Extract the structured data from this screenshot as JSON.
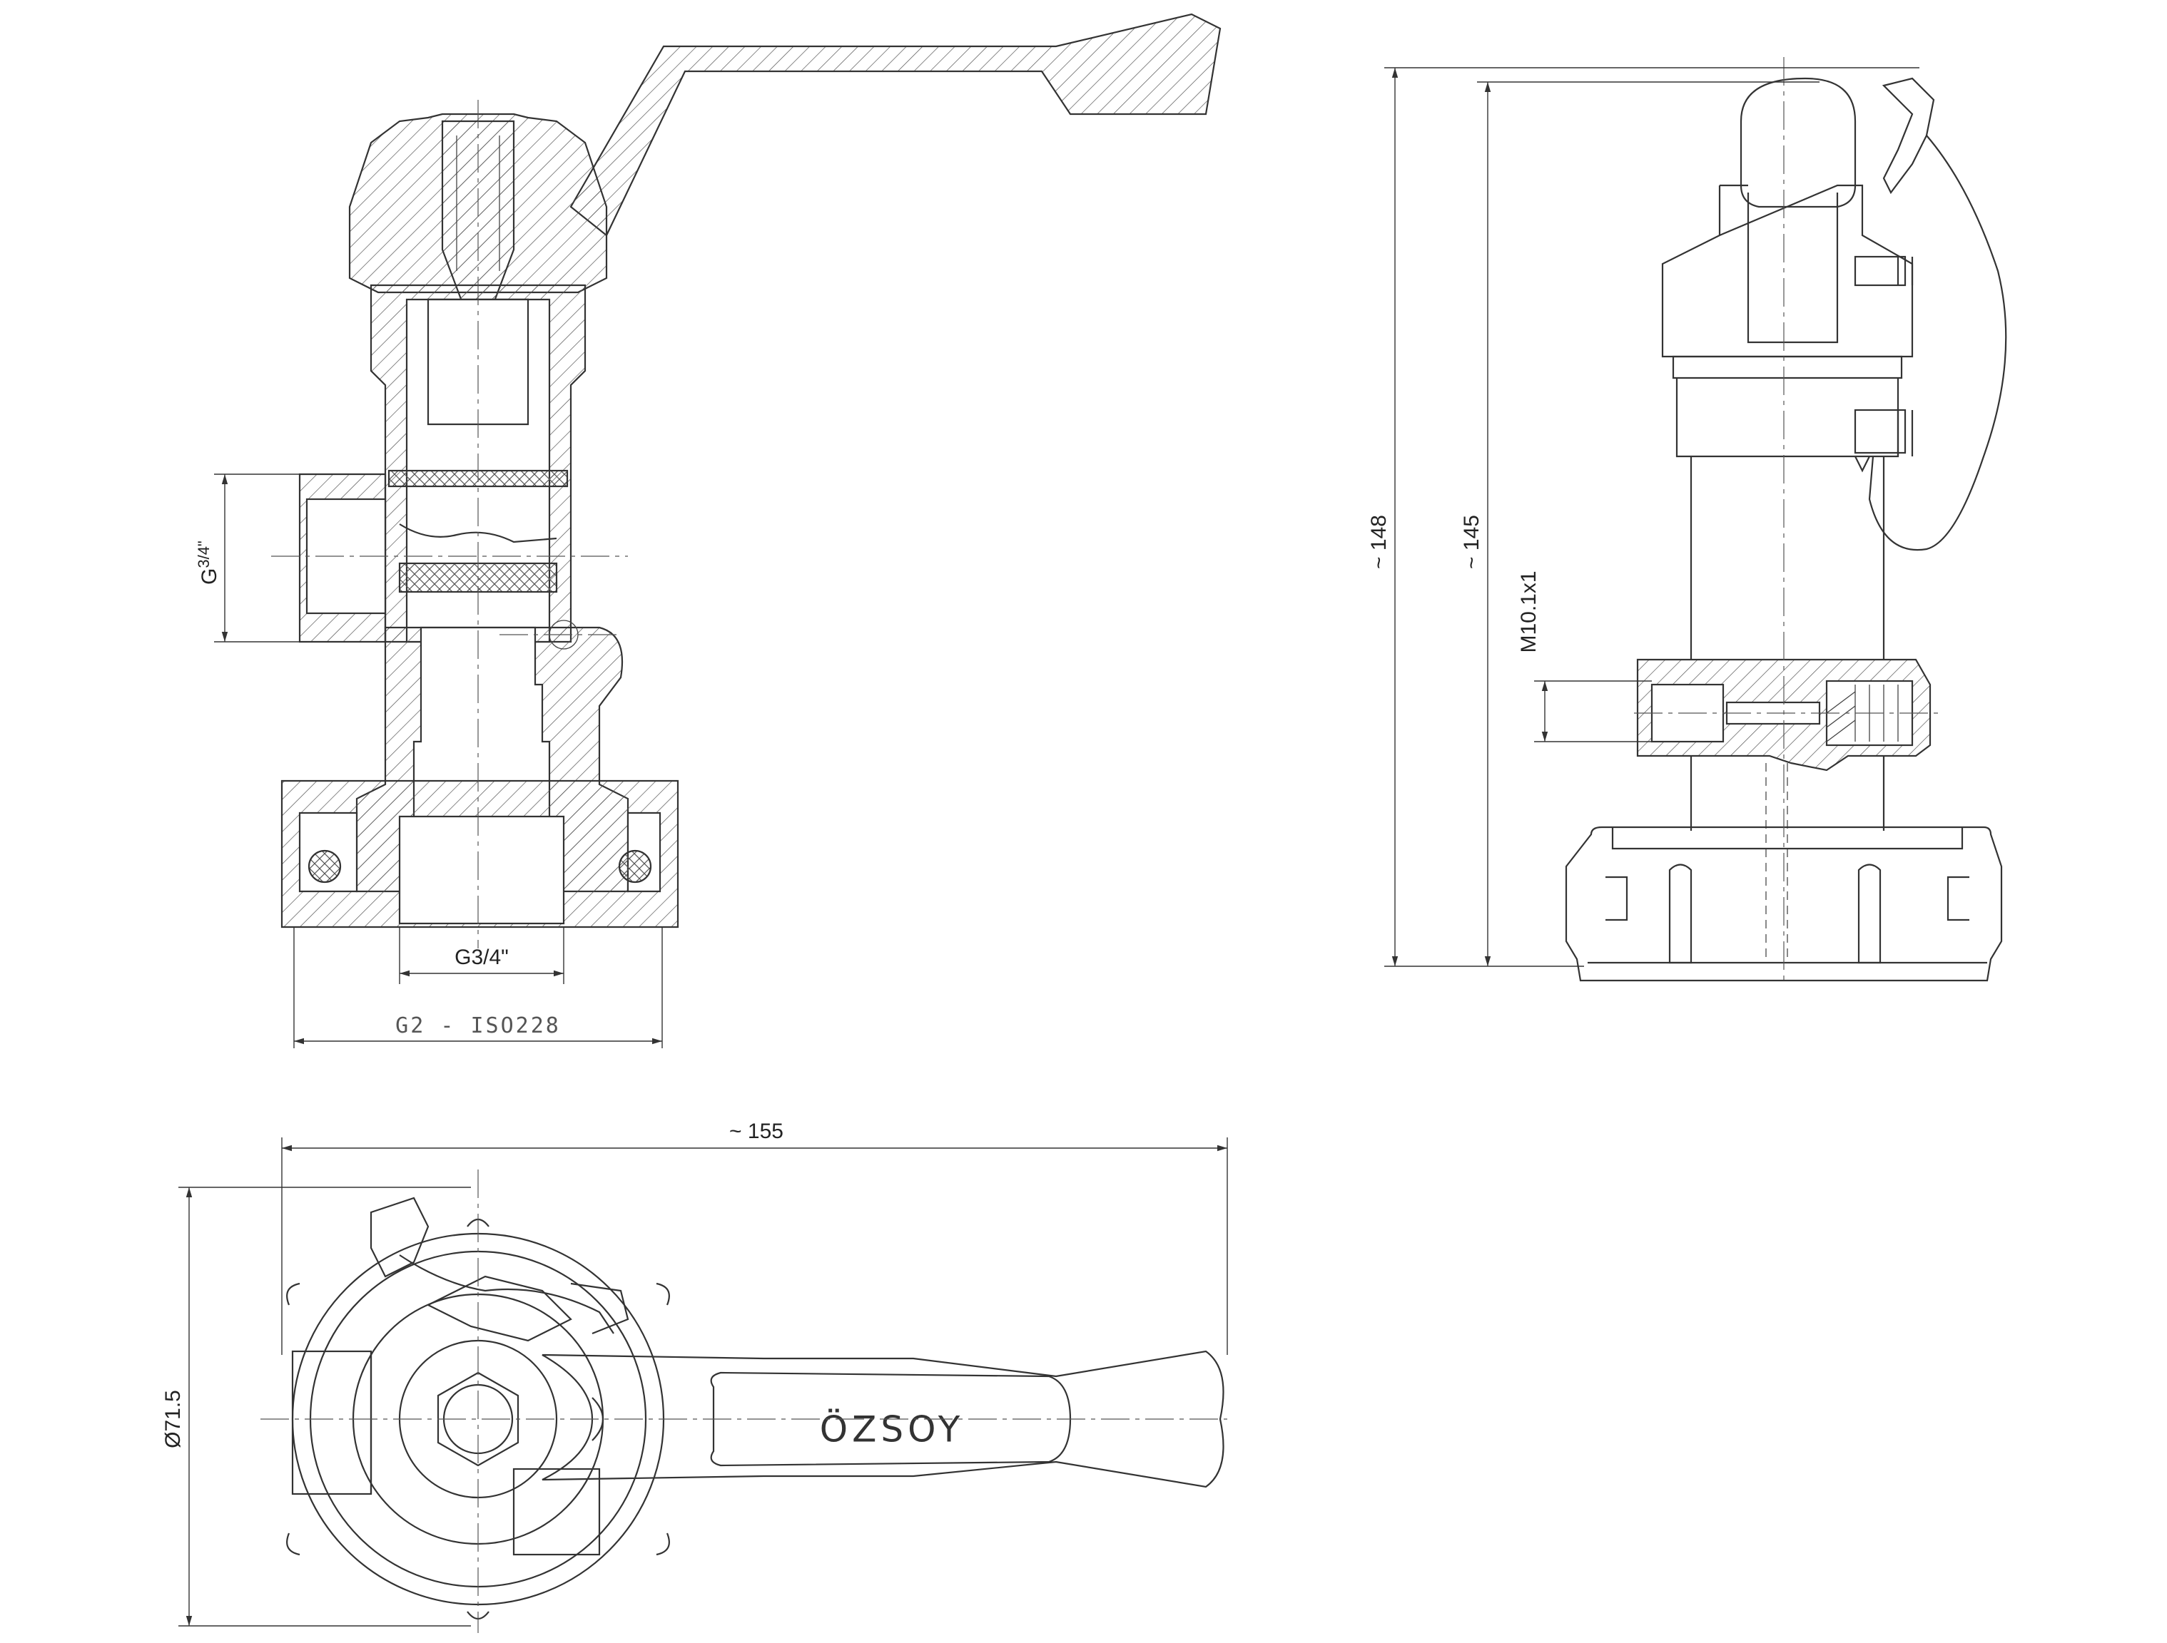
{
  "dimensions": {
    "side_height_overall": "~ 148",
    "side_height_body": "~ 145",
    "side_port_thread": "M10.1x1",
    "section_inlet_thread": "G",
    "section_inlet_fraction": "3/4\"",
    "section_outlet_thread": "G3/4\"",
    "section_base_thread": "G2 - ISO228",
    "top_overall_length": "~ 155",
    "top_diameter": "Ø71.5"
  },
  "brand": {
    "handle_text": "ÖZSOY"
  }
}
